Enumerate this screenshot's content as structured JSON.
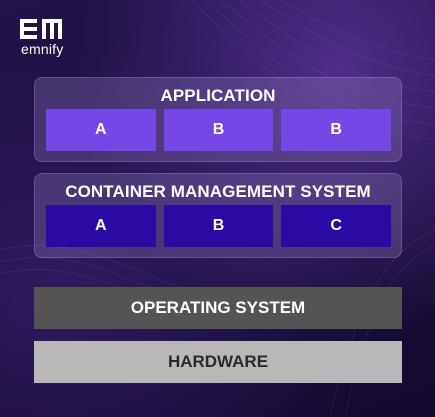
{
  "logo": {
    "text": "emnify"
  },
  "colors": {
    "background": "#1a0e3a",
    "panel": "#9682c3",
    "application_box": "#7447e6",
    "container_box": "#2b0aa4",
    "operating_system": "#545454",
    "hardware": "#b8b8b8"
  },
  "application": {
    "title": "APPLICATION",
    "boxes": [
      "A",
      "B",
      "B"
    ]
  },
  "container_management": {
    "title": "CONTAINER MANAGEMENT SYSTEM",
    "boxes": [
      "A",
      "B",
      "C"
    ]
  },
  "operating_system": {
    "label": "OPERATING SYSTEM"
  },
  "hardware": {
    "label": "HARDWARE"
  }
}
